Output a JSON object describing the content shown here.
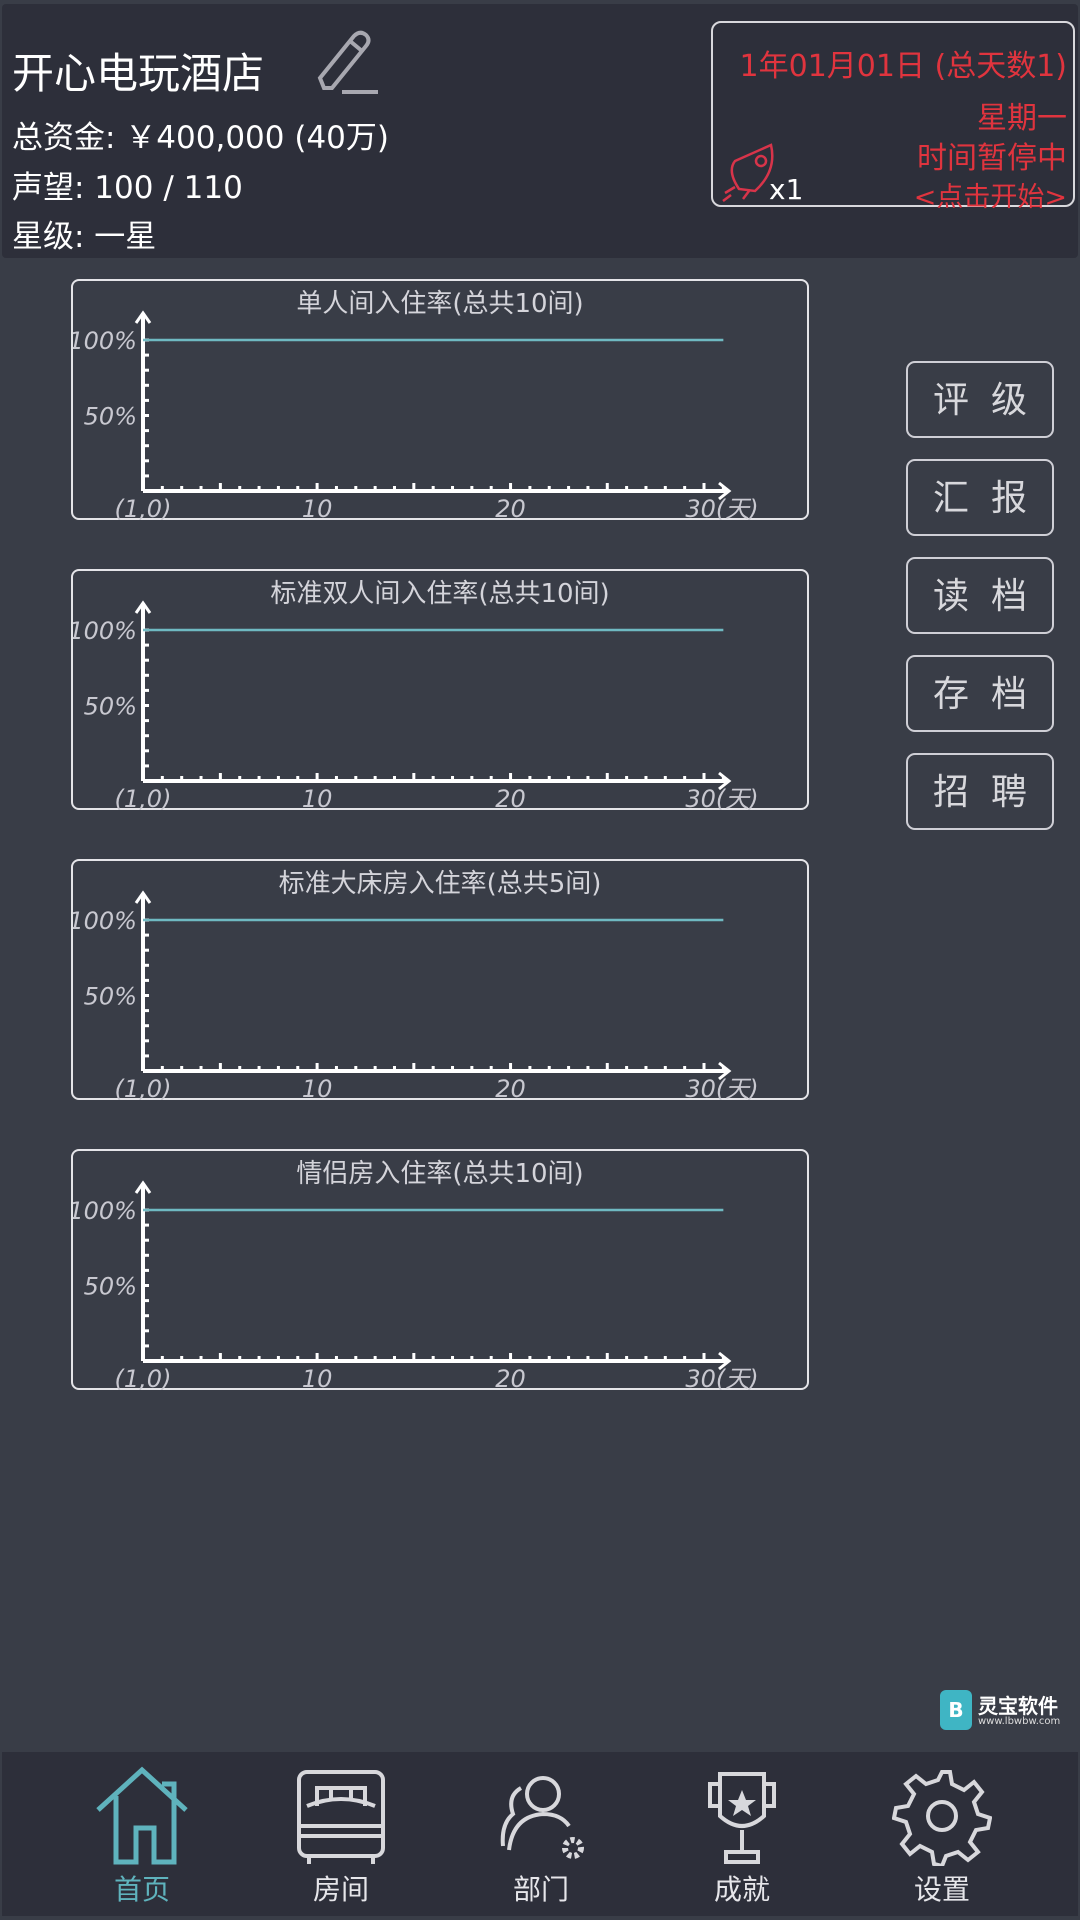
{
  "header": {
    "hotel_name": "开心电玩酒店",
    "funds": "总资金: ￥400,000  (40万)",
    "reputation": "声望: 100 / 110",
    "star": "星级: 一星",
    "edit_icon": "pencil-icon"
  },
  "datebox": {
    "date": "1年01月01日 (总天数1)",
    "weekday": "星期一",
    "status": "时间暂停中",
    "action": "<点击开始>",
    "speed": "x1",
    "speed_icon": "rocket-icon",
    "color": "#e0343e"
  },
  "side_buttons": [
    {
      "label": "评级"
    },
    {
      "label": "汇报"
    },
    {
      "label": "读档"
    },
    {
      "label": "存档"
    },
    {
      "label": "招聘"
    }
  ],
  "chart_data": [
    {
      "type": "line",
      "title": "单人间入住率(总共10间)",
      "x_ticks": [
        "(1,0)",
        "10",
        "20",
        "30(天)"
      ],
      "y_ticks": [
        "100%",
        "50%"
      ],
      "xlim": [
        1,
        30
      ],
      "ylim": [
        0,
        100
      ],
      "series": [
        {
          "x": [
            1,
            31
          ],
          "y": [
            100,
            100
          ],
          "color": "#6fb9c2"
        }
      ]
    },
    {
      "type": "line",
      "title": "标准双人间入住率(总共10间)",
      "x_ticks": [
        "(1,0)",
        "10",
        "20",
        "30(天)"
      ],
      "y_ticks": [
        "100%",
        "50%"
      ],
      "xlim": [
        1,
        30
      ],
      "ylim": [
        0,
        100
      ],
      "series": [
        {
          "x": [
            1,
            31
          ],
          "y": [
            100,
            100
          ],
          "color": "#6fb9c2"
        }
      ]
    },
    {
      "type": "line",
      "title": "标准大床房入住率(总共5间)",
      "x_ticks": [
        "(1,0)",
        "10",
        "20",
        "30(天)"
      ],
      "y_ticks": [
        "100%",
        "50%"
      ],
      "xlim": [
        1,
        30
      ],
      "ylim": [
        0,
        100
      ],
      "series": [
        {
          "x": [
            1,
            31
          ],
          "y": [
            100,
            100
          ],
          "color": "#6fb9c2"
        }
      ]
    },
    {
      "type": "line",
      "title": "情侣房入住率(总共10间)",
      "x_ticks": [
        "(1,0)",
        "10",
        "20",
        "30(天)"
      ],
      "y_ticks": [
        "100%",
        "50%"
      ],
      "xlim": [
        1,
        30
      ],
      "ylim": [
        0,
        100
      ],
      "series": [
        {
          "x": [
            1,
            31
          ],
          "y": [
            100,
            100
          ],
          "color": "#6fb9c2"
        }
      ]
    }
  ],
  "nav": [
    {
      "label": "首页",
      "icon": "home-icon",
      "active": true
    },
    {
      "label": "房间",
      "icon": "bed-icon"
    },
    {
      "label": "部门",
      "icon": "people-gear-icon"
    },
    {
      "label": "成就",
      "icon": "trophy-icon"
    },
    {
      "label": "设置",
      "icon": "gear-icon"
    }
  ],
  "accent": "#5fb3bd",
  "watermark": {
    "text": "灵宝软件",
    "url": "www.lbwbw.com",
    "badge": "B"
  }
}
